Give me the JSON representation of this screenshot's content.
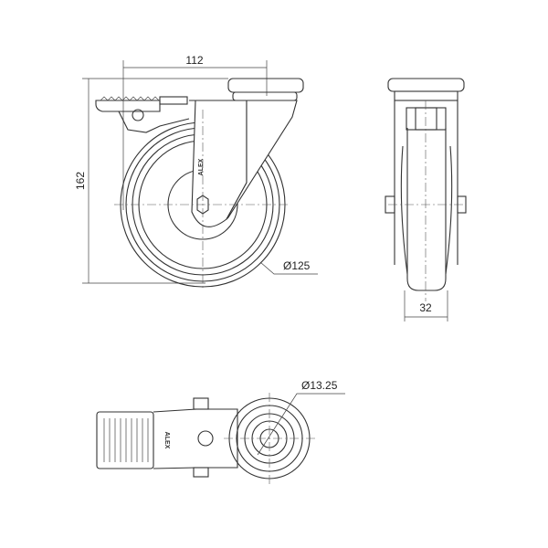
{
  "drawing": {
    "side_view": {
      "width_dim": "112",
      "height_dim": "162",
      "wheel_diameter_dim": "Ø125",
      "brand_mark": "ALEX"
    },
    "front_view": {
      "wheel_width_dim": "32"
    },
    "bottom_view": {
      "bolt_hole_dim": "Ø13.25",
      "brand_mark": "ALEX"
    }
  }
}
